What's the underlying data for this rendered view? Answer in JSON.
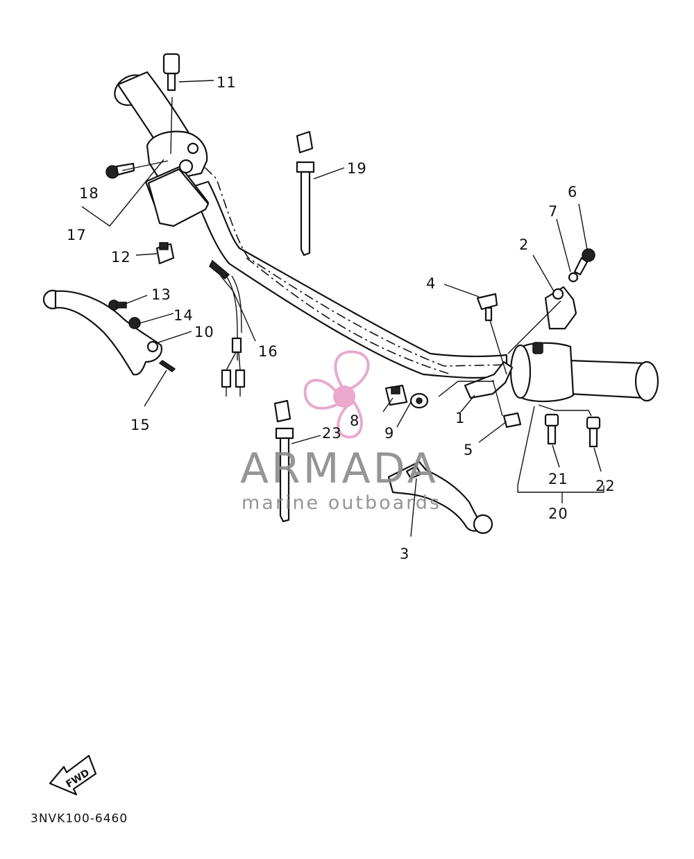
{
  "diagram_code": "3NVK100-6460",
  "fwd_label": "FWD",
  "watermark": {
    "brand": "ARMADA",
    "tagline": "marine outboards",
    "brand_color": "#8a8a8a",
    "logo_color": "#e8a0c8"
  },
  "callouts": {
    "c1": "1",
    "c2": "2",
    "c3": "3",
    "c4": "4",
    "c5": "5",
    "c6": "6",
    "c7": "7",
    "c8": "8",
    "c9": "9",
    "c10": "10",
    "c11": "11",
    "c12": "12",
    "c13": "13",
    "c14": "14",
    "c15": "15",
    "c16": "16",
    "c17": "17",
    "c18": "18",
    "c19": "19",
    "c20": "20",
    "c21": "21",
    "c22": "22",
    "c23": "23"
  }
}
